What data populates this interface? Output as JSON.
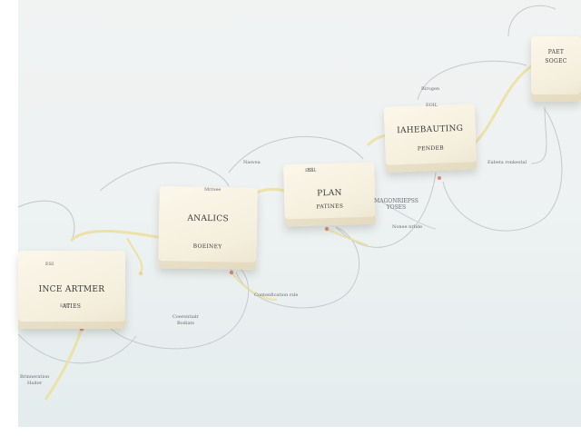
{
  "stages": [
    {
      "id": "incentive",
      "title": "INCE ARTMER",
      "sub": "ATIES",
      "tag": "ESI"
    },
    {
      "id": "analics",
      "title": "ANALICS",
      "sub": "BOEINEY",
      "tag": ""
    },
    {
      "id": "plan",
      "title": "PLAN",
      "sub": "PATINES",
      "tag": "ESL"
    },
    {
      "id": "marketing",
      "title": "IAHEBAUTING",
      "sub": "PENDEB",
      "tag": ""
    },
    {
      "id": "partial",
      "title": "PAET",
      "sub": "SOGEC",
      "tag": ""
    }
  ],
  "notes": {
    "bottom_left": [
      "Brinneration",
      "Haiter"
    ],
    "mid_left": [
      "Coerentialr",
      "Bodiats"
    ],
    "mid_center": "Contenfication rsle",
    "above_analics": "Mrrsee",
    "above_plan": "Nasvea",
    "plan_right": [
      "MAGONRIEPSS",
      "YOSES"
    ],
    "plan_right_small": "Nonee nrlide",
    "above_marketing_1": "Rirogen",
    "above_marketing_2": "EOIL",
    "marketing_right": "Eabeta ronkestal",
    "card_marks": [
      "ESL",
      "ESC"
    ]
  },
  "colors": {
    "card": "#f6f1e1",
    "wire": "#c9cbcf",
    "ribbon": "#ecdf9a",
    "pin": "#e2877a"
  }
}
